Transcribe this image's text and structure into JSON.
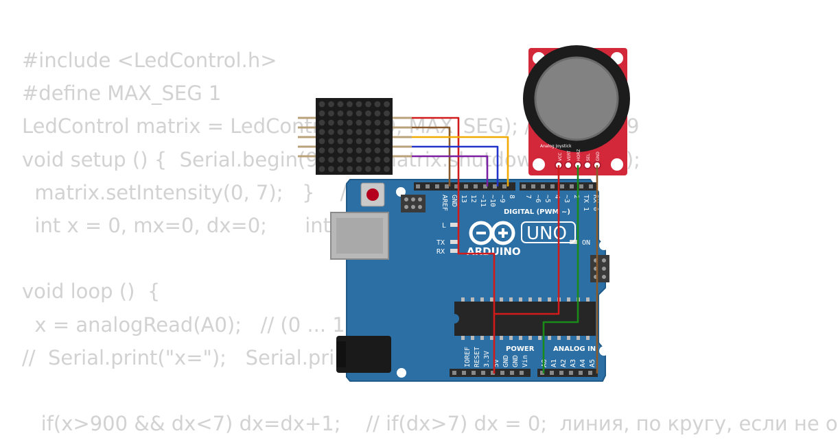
{
  "code_lines": [
    "#include <LedControl.h>",
    "#define MAX_SEG 1",
    "LedControl matrix = LedControl(10, 9, MAX_SEG); // MAX7219",
    "void setup () {  Serial.begin(9600); matrix.shutdown(0, false);",
    "  matrix.setIntensity(0, 7);   }    //",
    "  int x = 0, mx=0, dx=0;      int y",
    "",
    "void loop ()  {",
    "  x = analogRead(A0);   // (0 ... 10",
    "//  Serial.print(\"x=\");   Serial.print",
    "",
    "   if(x>900 && dx<7) dx=dx+1;    // if(dx>7) dx = 0;  линия, по кругу, если не о"
  ],
  "arduino": {
    "brand": "ARDUINO",
    "model": "UNO",
    "digital_label": "DIGITAL (PWM ~)",
    "power_label": "POWER",
    "analog_label": "ANALOG IN",
    "on_label": "ON",
    "led_l": "L",
    "led_tx": "TX",
    "led_rx": "RX",
    "digital_pins": [
      "AREF",
      "GND",
      "13",
      "12",
      "~11",
      "~10",
      "~9",
      "8",
      "7",
      "~6",
      "~5",
      "4",
      "~3",
      "2",
      "TX 1",
      "RX 0"
    ],
    "power_pins": [
      "IOREF",
      "RESET",
      "3.3V",
      "5V",
      "GND",
      "GND",
      "Vin"
    ],
    "analog_pins": [
      "A0",
      "A1",
      "A2",
      "A3",
      "A4",
      "A5"
    ]
  },
  "joystick": {
    "title": "Analog Joystick",
    "pins": [
      "VCC",
      "VERT",
      "HORZ",
      "SEL",
      "GND"
    ]
  },
  "colors": {
    "board": "#2c6fa4",
    "joystick_pcb": "#d3273a",
    "matrix": "#1b1b1b",
    "wire_red": "#d11a1a",
    "wire_brown": "#8b5a2b",
    "wire_orange": "#f2a900",
    "wire_blue": "#2233cc",
    "wire_purple": "#7a1fa2",
    "wire_green": "#1a8a1a",
    "code_text": "#d2d2d2"
  }
}
